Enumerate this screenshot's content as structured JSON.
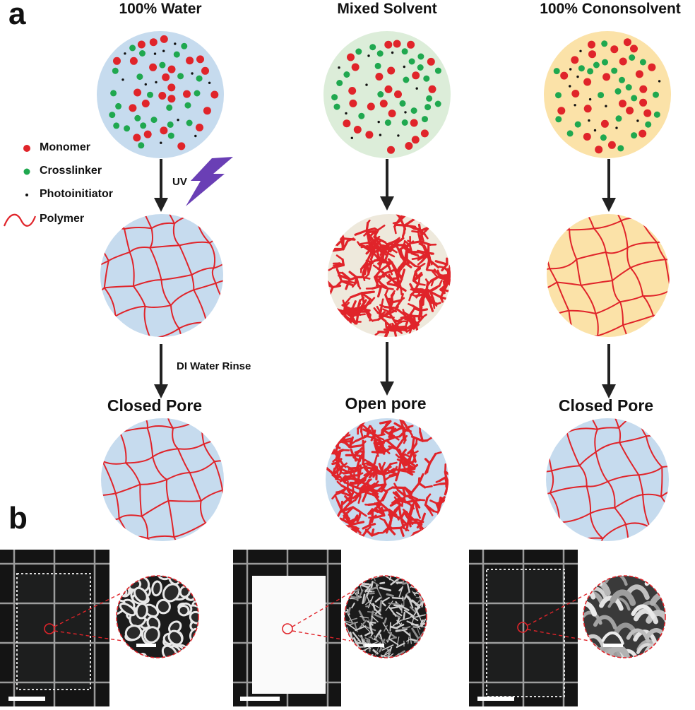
{
  "panel_a": {
    "letter": "a",
    "columns": [
      {
        "title": "100% Water",
        "bottom_label": "Closed Pore",
        "solution_color": "#c6dbee",
        "gel_color": "#c6dbee",
        "network": "regular"
      },
      {
        "title": "Mixed Solvent",
        "bottom_label": "Open pore",
        "solution_color": "#dcedd9",
        "gel_color": "#eee9dc",
        "network": "branched"
      },
      {
        "title": "100% Cononsolvent",
        "bottom_label": "Closed Pore",
        "solution_color": "#fbe2a8",
        "gel_color": "#fbe2a8",
        "network": "regular"
      }
    ],
    "legend": [
      {
        "label": "Monomer",
        "symbol": "red-dot",
        "color": "#e0242a"
      },
      {
        "label": "Crosslinker",
        "symbol": "green-dot",
        "color": "#1fa84f"
      },
      {
        "label": "Photoinitiator",
        "symbol": "black-dot",
        "color": "#111111"
      },
      {
        "label": "Polymer",
        "symbol": "red-wave",
        "color": "#e0242a"
      }
    ],
    "uv_label": "UV",
    "uv_color": "#6a3fb5",
    "rinse_label": "DI Water Rinse",
    "rinsed_gel_color": "#c6dbee",
    "polymer_color": "#e0242a"
  },
  "panel_b": {
    "letter": "b",
    "samples": [
      {
        "gel_appearance": "transparent",
        "sem_texture": "closed-cells"
      },
      {
        "gel_appearance": "opaque-white",
        "sem_texture": "open-network"
      },
      {
        "gel_appearance": "transparent",
        "sem_texture": "closed-wrinkled"
      }
    ]
  }
}
